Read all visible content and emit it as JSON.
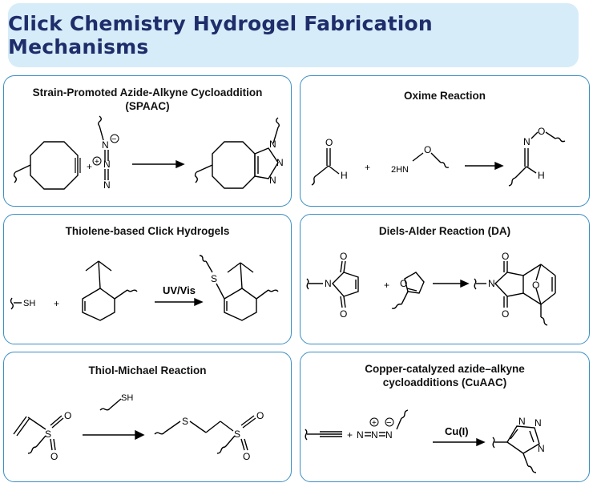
{
  "title": "Click Chemistry Hydrogel Fabrication Mechanisms",
  "panels": {
    "spaac": {
      "title_line1": "Strain-Promoted Azide-Alkyne Cycloaddition",
      "title_line2": "(SPAAC)"
    },
    "oxime": {
      "title_line1": "Oxime Reaction",
      "amine_label": "2HN"
    },
    "thiolene": {
      "title_line1": "Thiolene-based Click Hydrogels",
      "condition": "UV/Vis"
    },
    "da": {
      "title_line1": "Diels-Alder Reaction (DA)"
    },
    "michael": {
      "title_line1": "Thiol-Michael Reaction"
    },
    "cuaac": {
      "title_line1": "Copper-catalyzed azide–alkyne",
      "title_line2": "cycloadditions (CuAAC)",
      "catalyst": "Cu(I)"
    }
  },
  "symbols": {
    "plus": "+",
    "minus": "−",
    "N": "N",
    "O": "O",
    "S": "S",
    "H": "H",
    "SH": "SH"
  },
  "colors": {
    "banner_bg": "#d6ecf8",
    "title_text": "#1f2d6b",
    "panel_border": "#3b8fc4"
  }
}
